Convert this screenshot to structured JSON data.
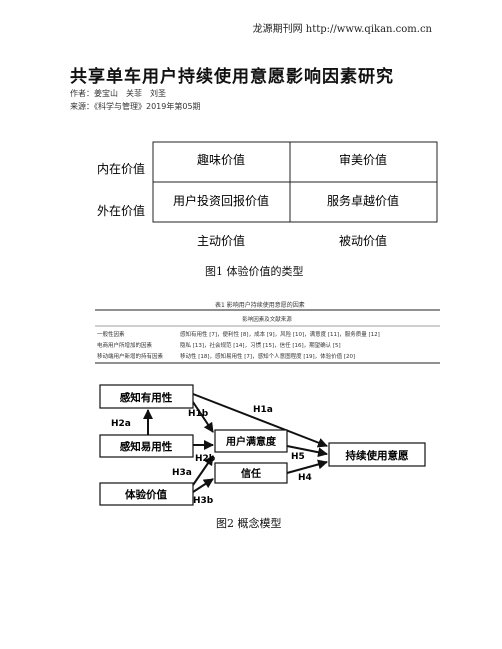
{
  "header": {
    "site": "龙源期刊网 http://www.qikan.com.cn"
  },
  "article": {
    "title": "共享单车用户持续使用意愿影响因素研究",
    "authors": "作者：姜宝山　关菲　刘圣",
    "source": "来源：《科学与管理》2019年第05期"
  },
  "figure1": {
    "row_labels": [
      "内在价值",
      "外在价值"
    ],
    "cells": [
      "趣味价值",
      "审美价值",
      "用户投资回报价值",
      "服务卓越价值"
    ],
    "col_labels": [
      "主动价值",
      "被动价值"
    ],
    "caption": "图1 体验价值的类型"
  },
  "table1": {
    "title": "表1 影响用户持续使用意愿的因素",
    "header": "影响因素及文献来源",
    "rows": [
      {
        "label": "一般性因素",
        "value": "感知有用性 [7]，便利性 [8]，成本 [9]，风险 [10]，满意度 [11]，服务质量 [12]"
      },
      {
        "label": "电商用户所增加的因素",
        "value": "隐私 [13]，社会规范 [14]，习惯 [15]，信任 [16]，期望确认 [5]"
      },
      {
        "label": "移动端用户新增的持有因素",
        "value": "移动性 [18]，感知易用性 [7]，感知个人意图程度 [19]，体验价值 [20]"
      }
    ]
  },
  "figure2": {
    "nodes": {
      "pu": "感知有用性",
      "peou": "感知易用性",
      "ev": "体验价值",
      "sat": "用户满意度",
      "trust": "信任",
      "ci": "持续使用意愿"
    },
    "paths": [
      "H2a",
      "H1b",
      "H1a",
      "H2b",
      "H5",
      "H3a",
      "H4",
      "H3b"
    ],
    "caption": "图2 概念模型"
  }
}
